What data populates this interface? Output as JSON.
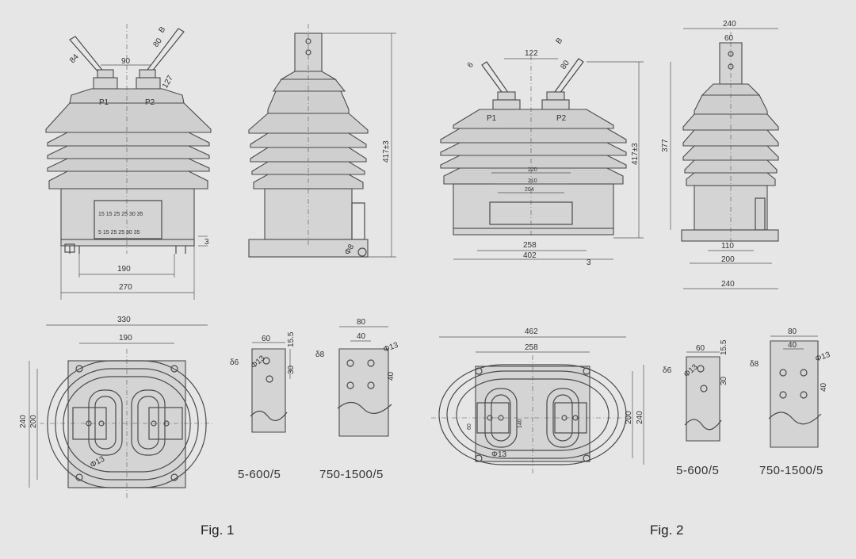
{
  "fig1": {
    "caption": "Fig. 1",
    "terminals": [
      "P1",
      "P2"
    ],
    "front_dims": [
      "84",
      "90",
      "80",
      "B",
      "127",
      "190",
      "270",
      "3"
    ],
    "side_dims": [
      "417±3",
      "Φ8"
    ],
    "panel_rows": [
      "15 15  25  25 30 35",
      "5 15  25  25 30 35"
    ],
    "plan_dims": [
      "330",
      "190",
      "240",
      "200",
      "Φ13"
    ],
    "bar_small": {
      "dims": [
        "60",
        "15.5",
        "δ6",
        "Φ13",
        "30"
      ],
      "label": "5-600/5"
    },
    "bar_large": {
      "dims": [
        "80",
        "40",
        "δ8",
        "Φ13",
        "40"
      ],
      "label": "750-1500/5"
    }
  },
  "fig2": {
    "caption": "Fig. 2",
    "terminals": [
      "P1",
      "P2"
    ],
    "front_dims": [
      "6",
      "122",
      "B",
      "80",
      "258",
      "402",
      "417±3",
      "220",
      "210",
      "204",
      "3"
    ],
    "side_dims": [
      "240",
      "60",
      "377",
      "110",
      "200",
      "240"
    ],
    "plan_dims": [
      "462",
      "258",
      "200",
      "240",
      "60",
      "140",
      "Φ13"
    ],
    "bar_small": {
      "dims": [
        "60",
        "15.5",
        "δ6",
        "Φ13",
        "30"
      ],
      "label": "5-600/5"
    },
    "bar_large": {
      "dims": [
        "80",
        "40",
        "δ8",
        "Φ13",
        "40"
      ],
      "label": "750-1500/5"
    }
  }
}
